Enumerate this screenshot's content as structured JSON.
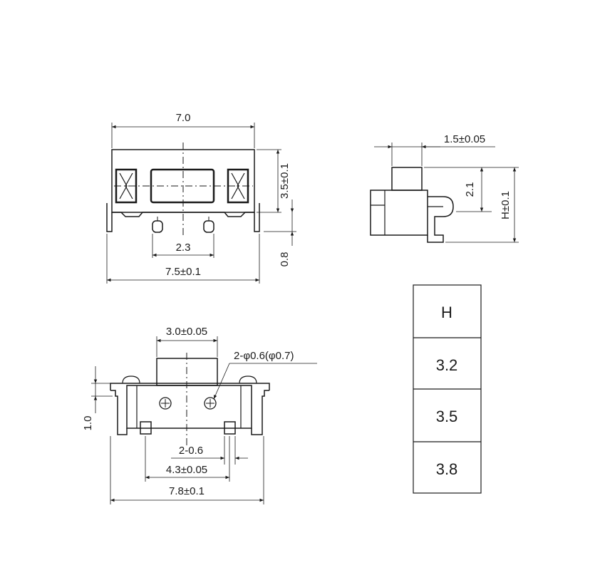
{
  "dimensions": {
    "top_view": {
      "width": "7.0",
      "height": "3.5±0.1",
      "pin_offset": "0.8",
      "pin_pitch": "2.3",
      "overall_width": "7.5±0.1"
    },
    "side_view": {
      "actuator_width": "1.5±0.05",
      "actuator_height": "2.1",
      "total_height": "H±0.1"
    },
    "bottom_view": {
      "actuator_width": "3.0±0.05",
      "holes": "2-φ0.6(φ0.7)",
      "thickness": "1.0",
      "pad_width": "2-0.6",
      "pad_pitch": "4.3±0.05",
      "overall_width": "7.8±0.1"
    }
  },
  "height_table": {
    "header": "H",
    "values": [
      "3.2",
      "3.5",
      "3.8"
    ]
  }
}
